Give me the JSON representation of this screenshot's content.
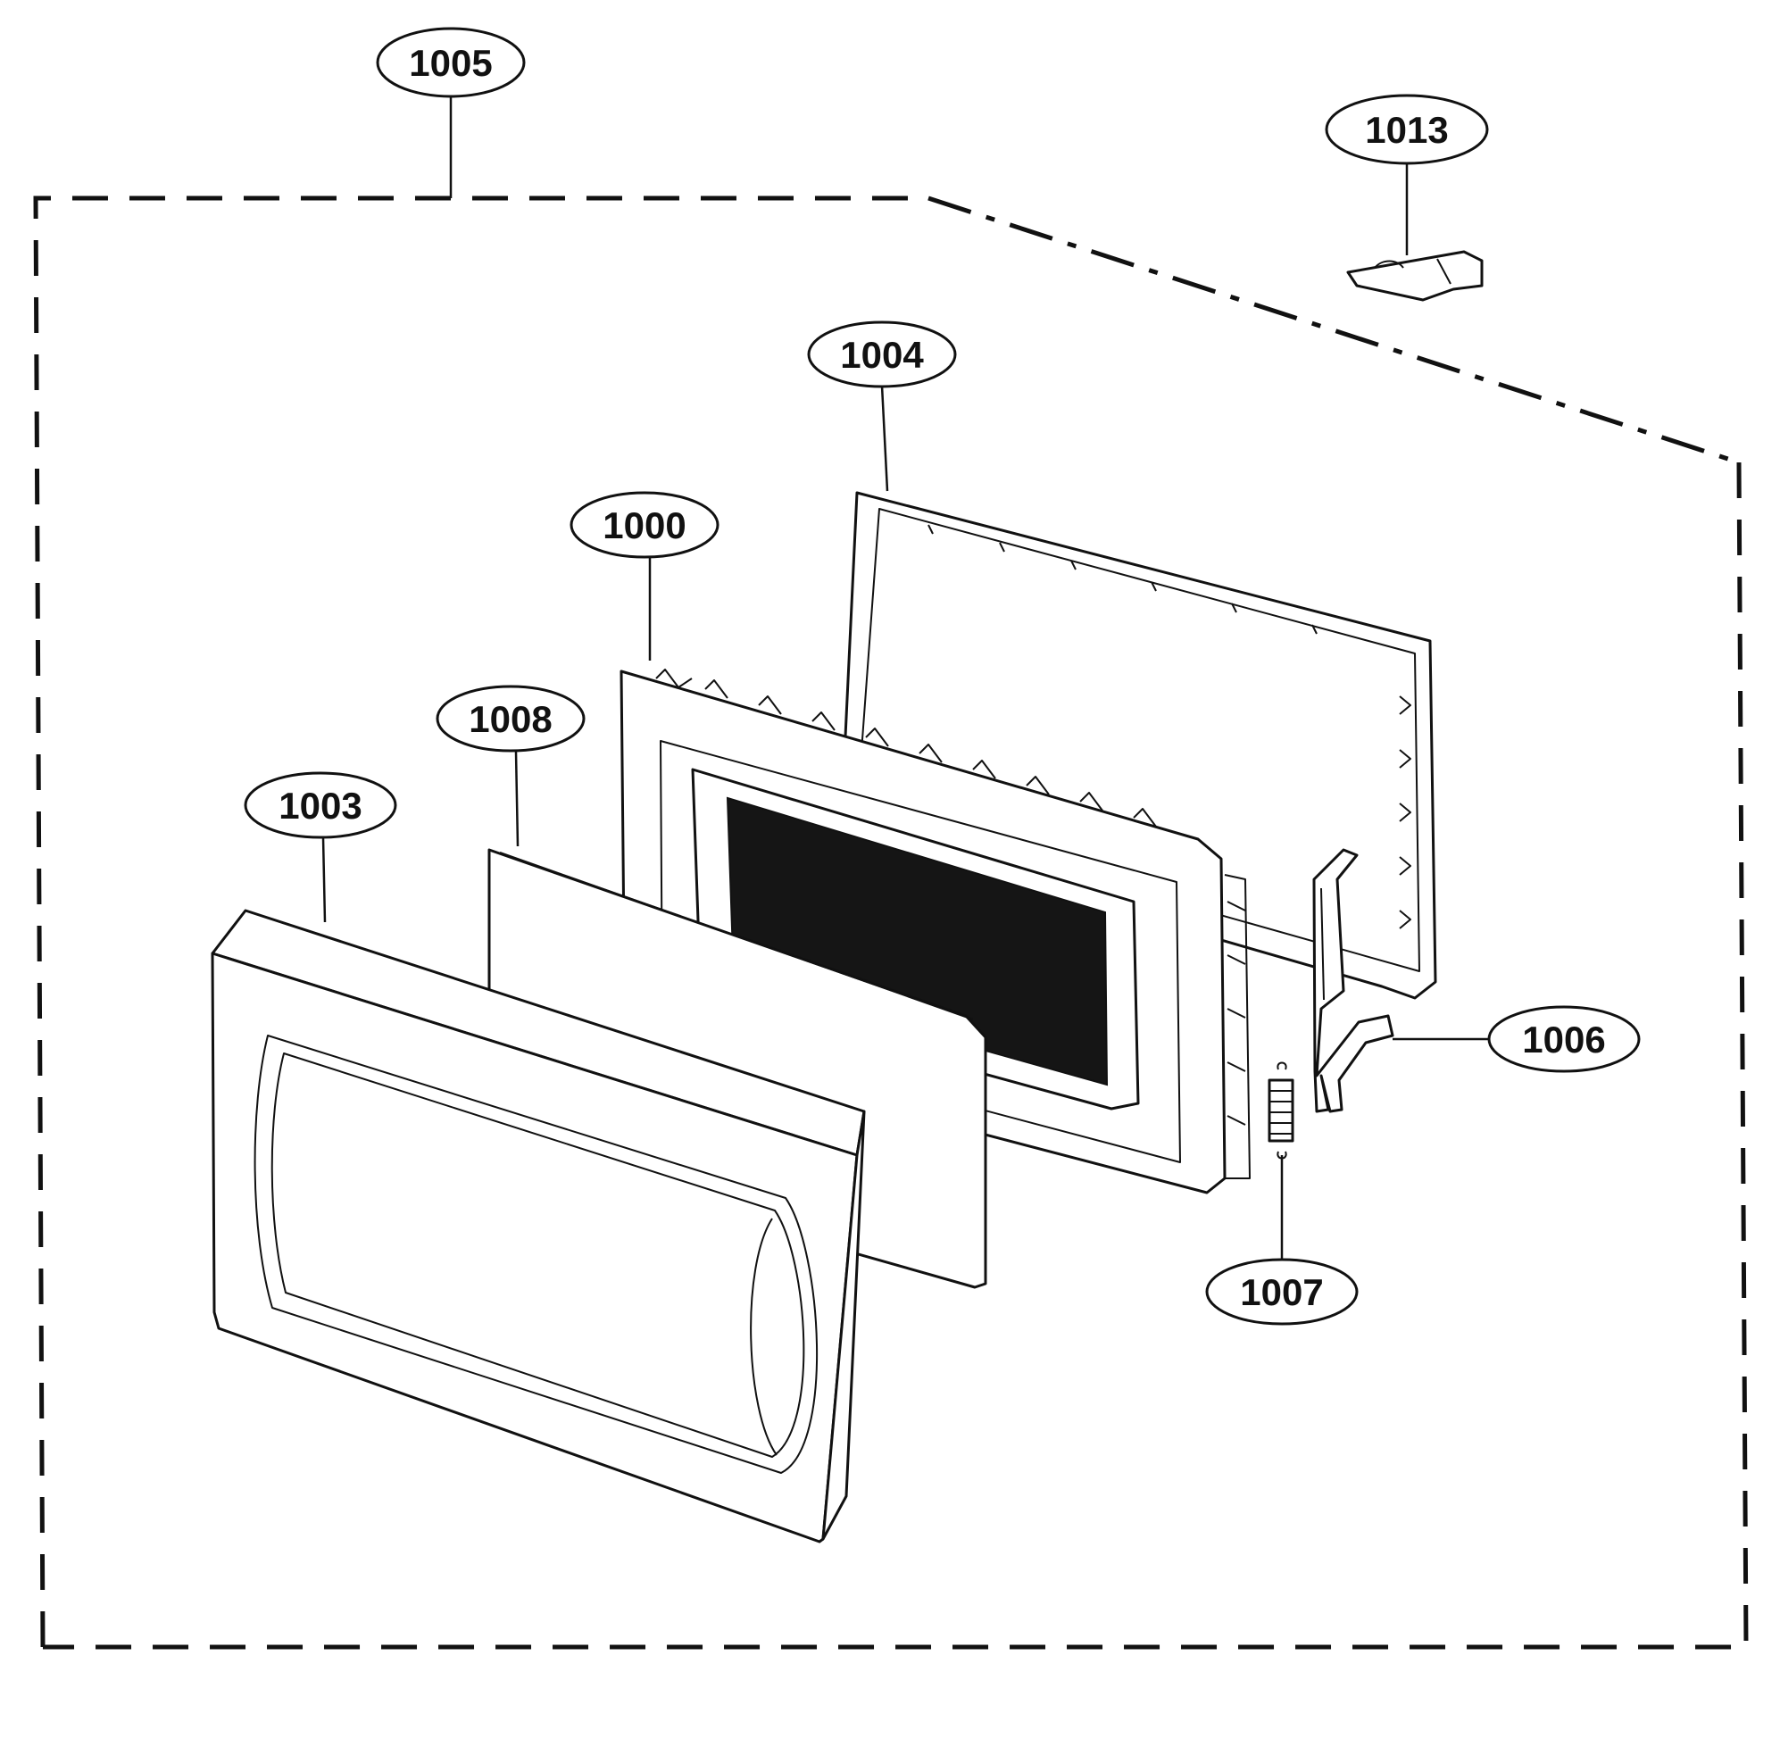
{
  "callouts": {
    "c1005": "1005",
    "c1013": "1013",
    "c1004": "1004",
    "c1000": "1000",
    "c1008": "1008",
    "c1003": "1003",
    "c1006": "1006",
    "c1007": "1007"
  }
}
